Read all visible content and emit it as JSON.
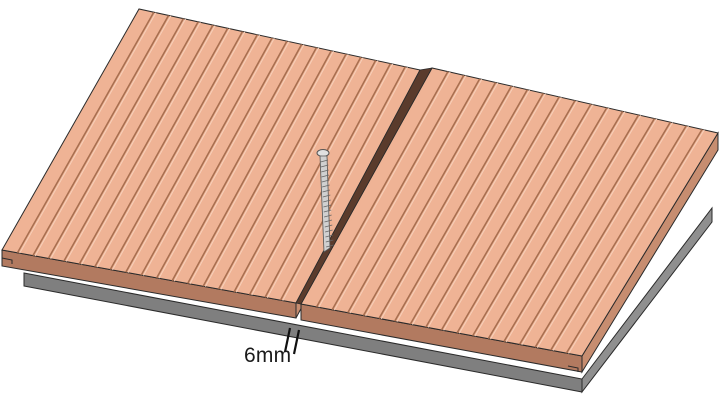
{
  "dimension_label": "6mm",
  "colors": {
    "board_top": "#efb395",
    "rib_highlight": "#f7d0ba",
    "groove_shadow": "#a86f50",
    "board_front": "#b27a60",
    "board_side": "#c78d70",
    "joist": "#8c8c8c",
    "joist_dark": "#6d6d6d",
    "outline": "#2b2b2b",
    "screw": "#d4d4d4"
  },
  "components": {
    "left_board_ribs": 19,
    "right_board_ribs": 18
  }
}
